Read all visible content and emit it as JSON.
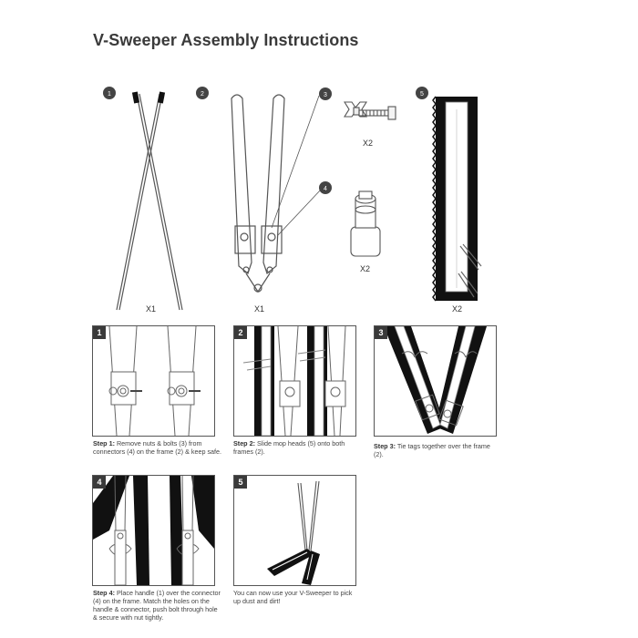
{
  "title": "V-Sweeper Assembly Instructions",
  "parts": [
    {
      "number": "1",
      "quantity": "X1",
      "name": "handle"
    },
    {
      "number": "2",
      "quantity": "X1",
      "name": "frame"
    },
    {
      "number": "3",
      "quantity": "X2",
      "name": "nut-and-bolt"
    },
    {
      "number": "4",
      "quantity": "X2",
      "name": "connector"
    },
    {
      "number": "5",
      "quantity": "X2",
      "name": "mop-head"
    }
  ],
  "steps": [
    {
      "number": "1",
      "label": "Step 1:",
      "text": " Remove nuts & bolts (3) from connectors (4) on the frame (2) & keep safe."
    },
    {
      "number": "2",
      "label": "Step 2:",
      "text": " Slide mop heads (5) onto both frames (2)."
    },
    {
      "number": "3",
      "label": "Step 3:",
      "text": " Tie tags together over the frame (2)."
    },
    {
      "number": "4",
      "label": "Step 4:",
      "text": " Place handle (1) over the connector (4) on the frame. Match the holes on the handle & connector, push bolt through hole & secure with nut tightly."
    },
    {
      "number": "5",
      "label": "",
      "text": "You can now use your V-Sweeper to pick up dust and dirt!"
    }
  ]
}
